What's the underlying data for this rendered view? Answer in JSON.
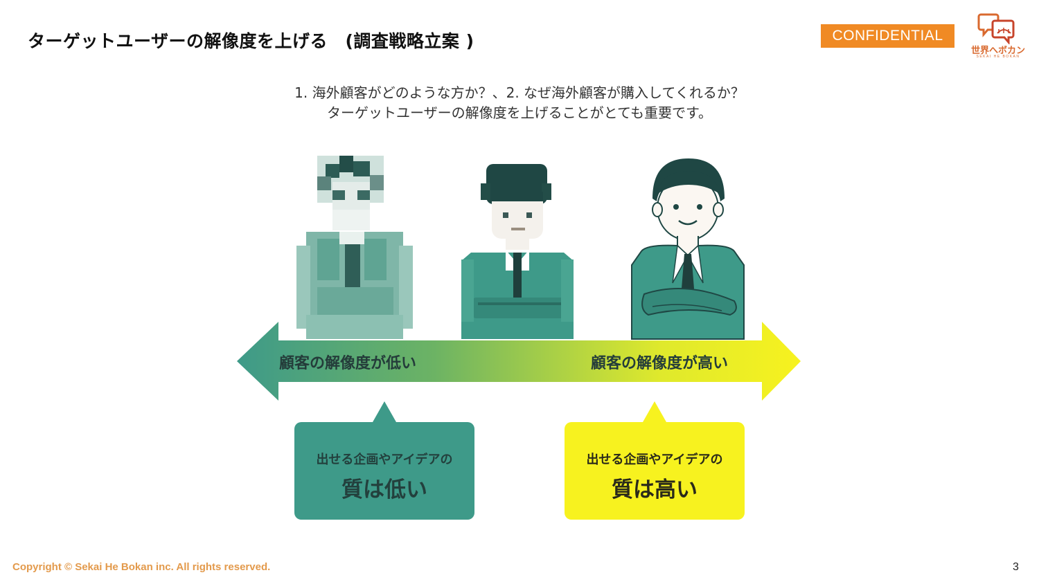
{
  "header": {
    "title": "ターゲットユーザーの解像度を上げる　(調査戦略立案 )",
    "confidential": "CONFIDENTIAL",
    "logo_text": "世界へボカン",
    "logo_sub": "SEKAI HE BOKAN"
  },
  "lead": {
    "line1": "1. 海外顧客がどのような方か？、2. なぜ海外顧客が購入してくれるか？",
    "line2": "ターゲットユーザーの解像度を上げることがとても重要です。"
  },
  "diagram": {
    "arrow_left_label": "顧客の解像度が低い",
    "arrow_right_label": "顧客の解像度が高い",
    "bubble_left": {
      "small": "出せる企画やアイデアの",
      "big": "質は低い"
    },
    "bubble_right": {
      "small": "出せる企画やアイデアの",
      "big": "質は高い"
    }
  },
  "footer": {
    "copyright": "Copyright © Sekai He Bokan inc. All rights reserved.",
    "page_number": "3"
  },
  "colors": {
    "accent_orange": "#f08a24",
    "teal": "#3e9a89",
    "yellow": "#f7f21f",
    "dark_hair": "#1f4744"
  }
}
